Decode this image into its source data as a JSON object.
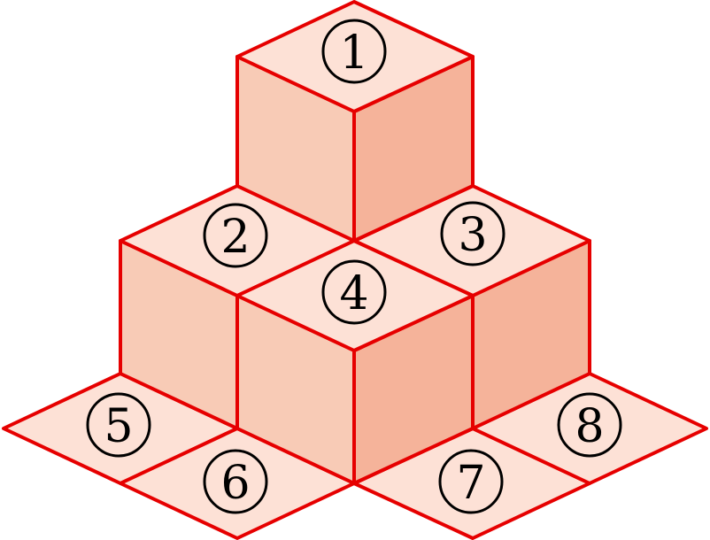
{
  "colors": {
    "edge": "#e60000",
    "top_face": "#fde1d6",
    "left_face": "#f8cbb6",
    "right_face": "#f5b39a",
    "label": "#000000"
  },
  "labels": {
    "top_cube": "1",
    "upper_left_cube": "2",
    "upper_right_cube": "3",
    "front_cube": "4",
    "floor_far_left": "5",
    "floor_near_left": "6",
    "floor_near_right": "7",
    "floor_far_right": "8"
  }
}
